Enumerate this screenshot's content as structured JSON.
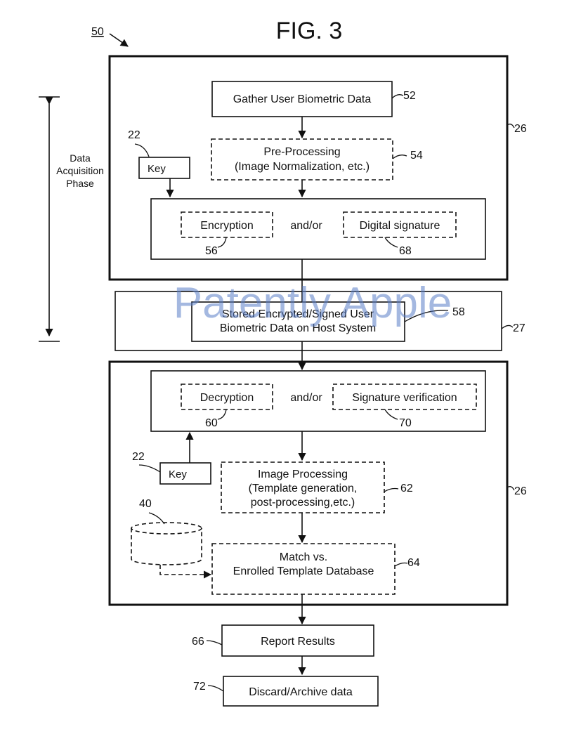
{
  "figure": {
    "title": "FIG. 3",
    "reference_number": "50"
  },
  "phase_label": [
    "Data",
    "Acquisition",
    "Phase"
  ],
  "labels": {
    "gather": "Gather User Biometric Data",
    "preprocessing_line1": "Pre-Processing",
    "preprocessing_line2": "(Image Normalization, etc.)",
    "key_top": "Key",
    "key_bottom": "Key",
    "encryption": "Encryption",
    "andor_top": "and/or",
    "digital_signature": "Digital signature",
    "stored_line1": "Stored Encrypted/Signed User",
    "stored_line2": "Biometric Data on Host System",
    "decryption": "Decryption",
    "andor_bottom": "and/or",
    "signature_verification": "Signature verification",
    "image_processing_line1": "Image Processing",
    "image_processing_line2": "(Template generation,",
    "image_processing_line3": "post-processing,etc.)",
    "match_line1": "Match vs.",
    "match_line2": "Enrolled Template Database",
    "report": "Report Results",
    "discard": "Discard/Archive data"
  },
  "refs": {
    "r52": "52",
    "r54": "54",
    "r22_top": "22",
    "r26_top": "26",
    "r56": "56",
    "r68": "68",
    "r58": "58",
    "r27": "27",
    "r60": "60",
    "r70": "70",
    "r22_bottom": "22",
    "r62": "62",
    "r26_bottom": "26",
    "r40": "40",
    "r64": "64",
    "r66": "66",
    "r72": "72"
  },
  "watermark": "Patently Apple",
  "colors": {
    "ink": "#111111",
    "watermark": "#5b7fc7"
  }
}
